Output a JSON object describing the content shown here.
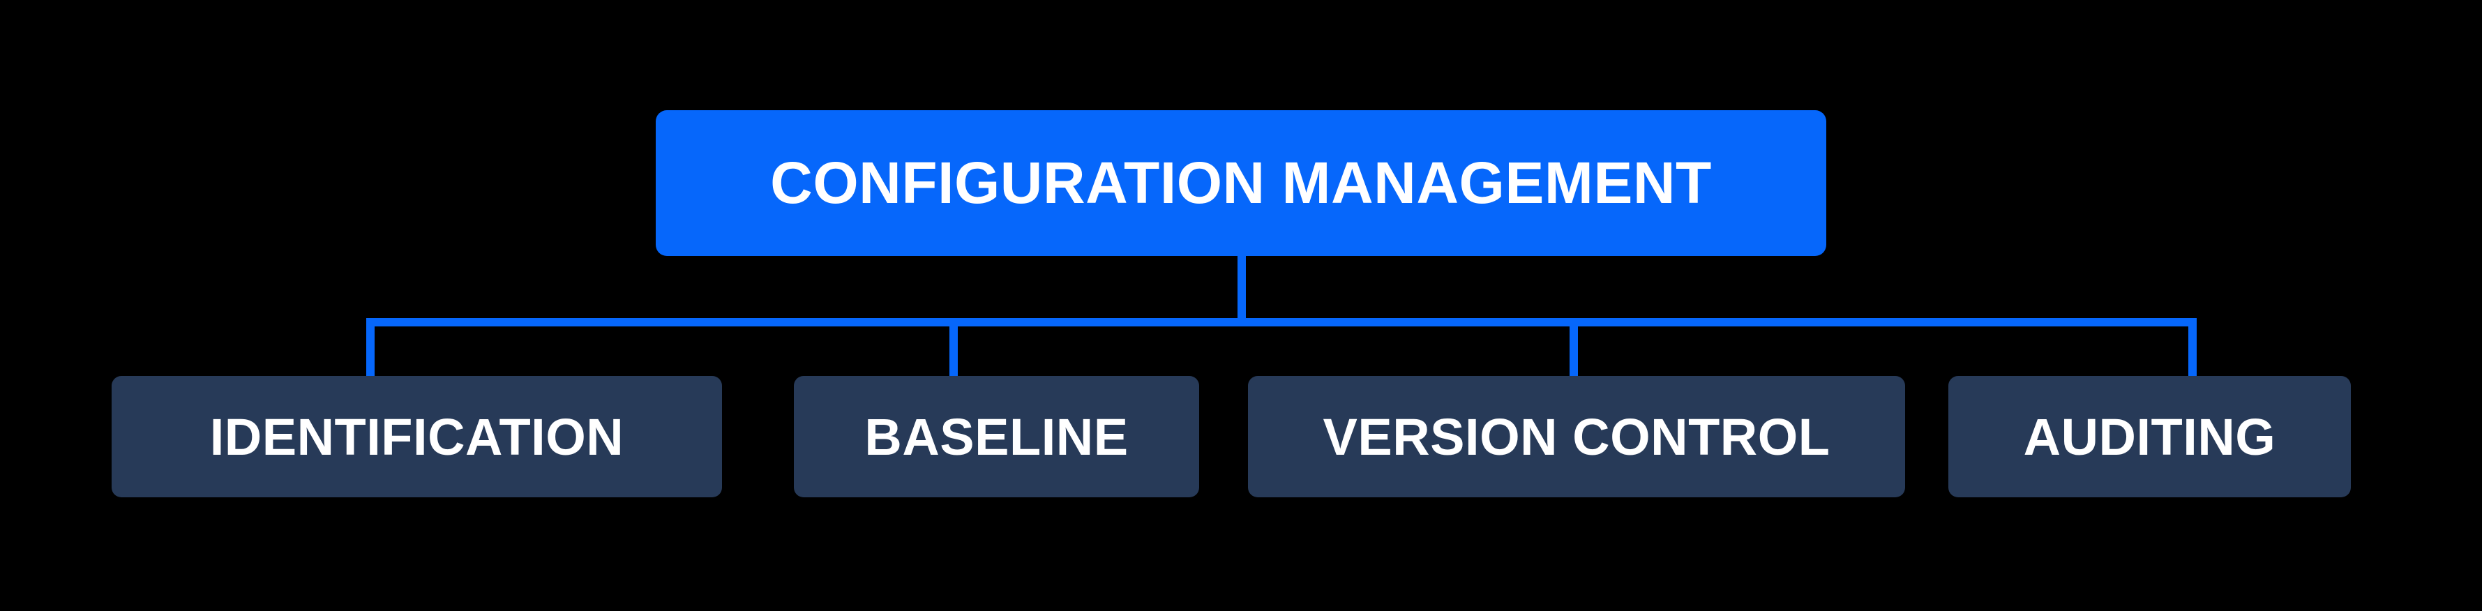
{
  "diagram": {
    "root": {
      "label": "CONFIGURATION MANAGEMENT"
    },
    "children": [
      {
        "label": "IDENTIFICATION"
      },
      {
        "label": "BASELINE"
      },
      {
        "label": "VERSION CONTROL"
      },
      {
        "label": "AUDITING"
      }
    ],
    "colors": {
      "background": "#000000",
      "root_fill": "#0667fb",
      "child_fill": "#273a58",
      "connector": "#0667fb",
      "text": "#ffffff"
    }
  }
}
